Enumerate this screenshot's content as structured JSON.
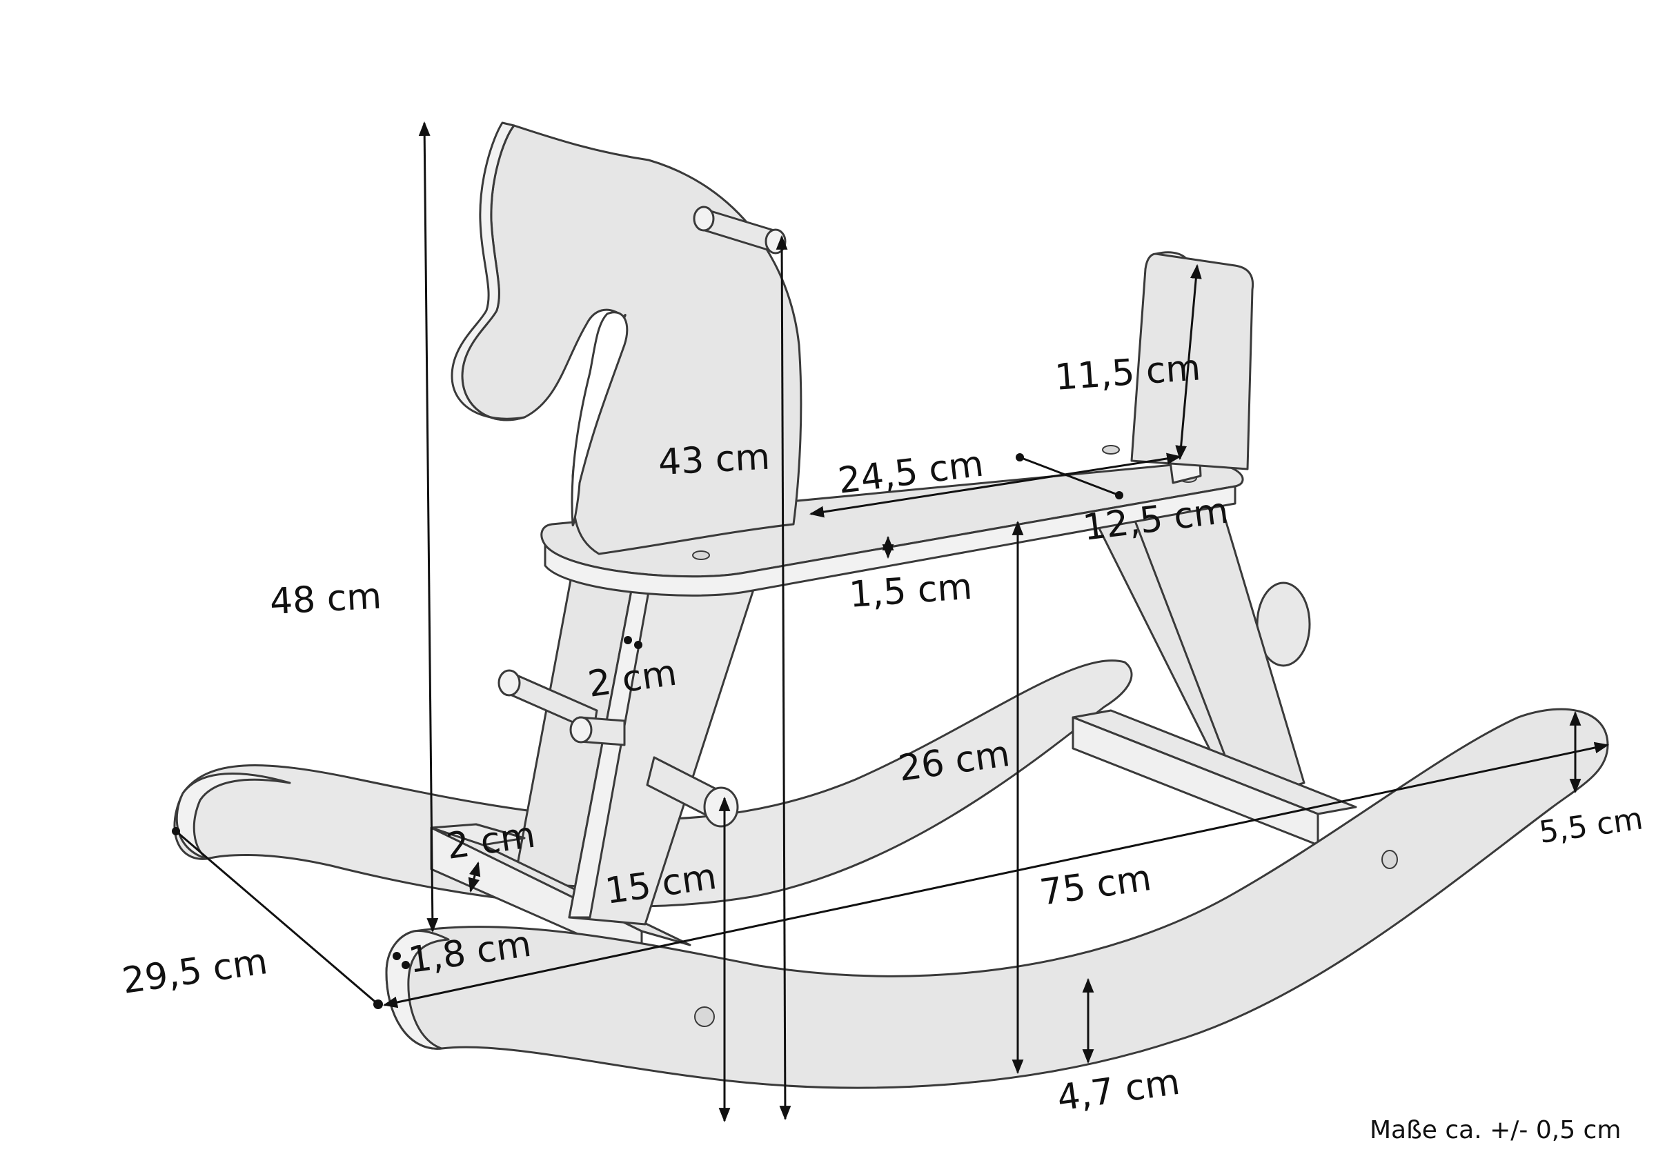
{
  "dimensions": {
    "total_height": "48 cm",
    "head_height": "43 cm",
    "seat_length": "24,5 cm",
    "seat_width": "12,5 cm",
    "seat_thickness": "1,5 cm",
    "backrest_height": "11,5 cm",
    "leg_thickness": "2 cm",
    "rocker_curve": "26 cm",
    "crossbar_thickness": "2 cm",
    "footrest_height": "15 cm",
    "total_length": "75 cm",
    "total_width": "29,5 cm",
    "rocker_thickness": "1,8 cm",
    "rocker_tip_height": "5,5 cm",
    "rocker_center_height": "4,7 cm"
  },
  "tolerance_note": "Maße ca. +/- 0,5 cm",
  "colors": {
    "fill": "#e6e6e6",
    "edge_fill": "#f1f1f1",
    "outline": "#3a3a3a",
    "dimension_line": "#111111"
  }
}
